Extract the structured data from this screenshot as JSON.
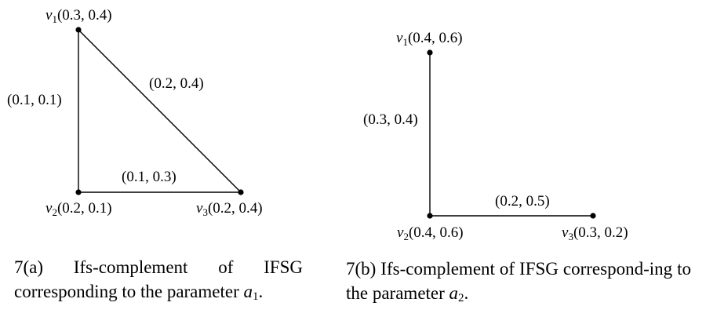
{
  "figures": {
    "a": {
      "vertices": {
        "v1": {
          "sym": "v",
          "sub": "1",
          "coord": "(0.3, 0.4)"
        },
        "v2": {
          "sym": "v",
          "sub": "2",
          "coord": "(0.2, 0.1)"
        },
        "v3": {
          "sym": "v",
          "sub": "3",
          "coord": "(0.2, 0.4)"
        }
      },
      "edges": {
        "v1v2": "(0.1, 0.1)",
        "v1v3": "(0.2, 0.4)",
        "v2v3": "(0.1, 0.3)"
      },
      "caption": {
        "text": "7(a) Ifs-complement of IFSG corresponding to the parameter ",
        "param_sym": "a",
        "param_sub": "1",
        "end": "."
      }
    },
    "b": {
      "vertices": {
        "v1": {
          "sym": "v",
          "sub": "1",
          "coord": "(0.4, 0.6)"
        },
        "v2": {
          "sym": "v",
          "sub": "2",
          "coord": "(0.4, 0.6)"
        },
        "v3": {
          "sym": "v",
          "sub": "3",
          "coord": "(0.3, 0.2)"
        }
      },
      "edges": {
        "v1v2": "(0.3, 0.4)",
        "v2v3": "(0.2, 0.5)"
      },
      "caption": {
        "text": "7(b) Ifs-complement of IFSG correspond-ing to the parameter ",
        "param_sym": "a",
        "param_sub": "2",
        "end": "."
      }
    }
  }
}
